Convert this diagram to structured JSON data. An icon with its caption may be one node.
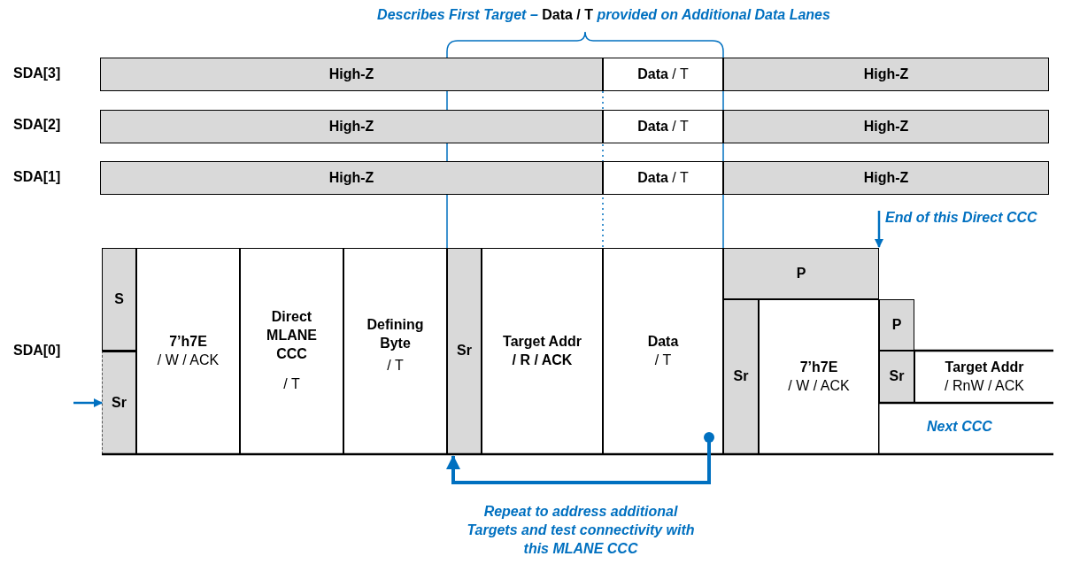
{
  "diagram": {
    "title": "*Describes First Target –* **Data / T** *provided on Additional Data Lanes*",
    "nodes": [
      {
        "text": [
          "High-Z"
        ]
      },
      {
        "text": [
          "**Data** / T"
        ]
      },
      {
        "text": [
          "High-Z"
        ]
      },
      {
        "text": [
          "High-Z"
        ]
      },
      {
        "text": [
          "**Data** / T"
        ]
      },
      {
        "text": [
          "High-Z"
        ]
      },
      {
        "text": [
          "High-Z"
        ]
      },
      {
        "text": [
          "**Data** / T"
        ]
      },
      {
        "text": [
          "High-Z"
        ]
      },
      {
        "text": [
          "S"
        ]
      },
      {
        "text": [
          "Sr"
        ]
      },
      {
        "text": [
          "7’h7E",
          "/ W / ACK"
        ]
      },
      {
        "text": [
          "Direct MLANE CCC",
          "/ T"
        ]
      },
      {
        "text": [
          "Defining Byte",
          "/ T"
        ]
      },
      {
        "text": [
          "Sr"
        ]
      },
      {
        "text": [
          "Target Addr",
          "/ R / ACK"
        ]
      },
      {
        "text": [
          "Data",
          "/ T"
        ]
      },
      {
        "text": [
          "P"
        ]
      },
      {
        "text": [
          "Sr"
        ]
      },
      {
        "text": [
          "7’h7E",
          "/ W / ACK"
        ]
      },
      {
        "text": [
          "P"
        ]
      },
      {
        "text": [
          "Sr"
        ]
      },
      {
        "text": [
          "Target Addr",
          "/ RnW / ACK"
        ]
      },
      {
        "text": [
          "End of this Direct CCC"
        ]
      }
    ],
    "edges": [
      {
        "from": 16,
        "to": 14,
        "arrow": "to",
        "label": "Repeat to address additional Targets and test connectivity with this MLANE CCC"
      },
      {
        "from": null,
        "to": 10,
        "arrow": "to"
      },
      {
        "from": 23,
        "to": 17,
        "arrow": "to"
      }
    ],
    "labels": [
      "SDA[3]",
      "SDA[2]",
      "SDA[1]",
      "SDA[0]",
      "Next CCC"
    ]
  }
}
